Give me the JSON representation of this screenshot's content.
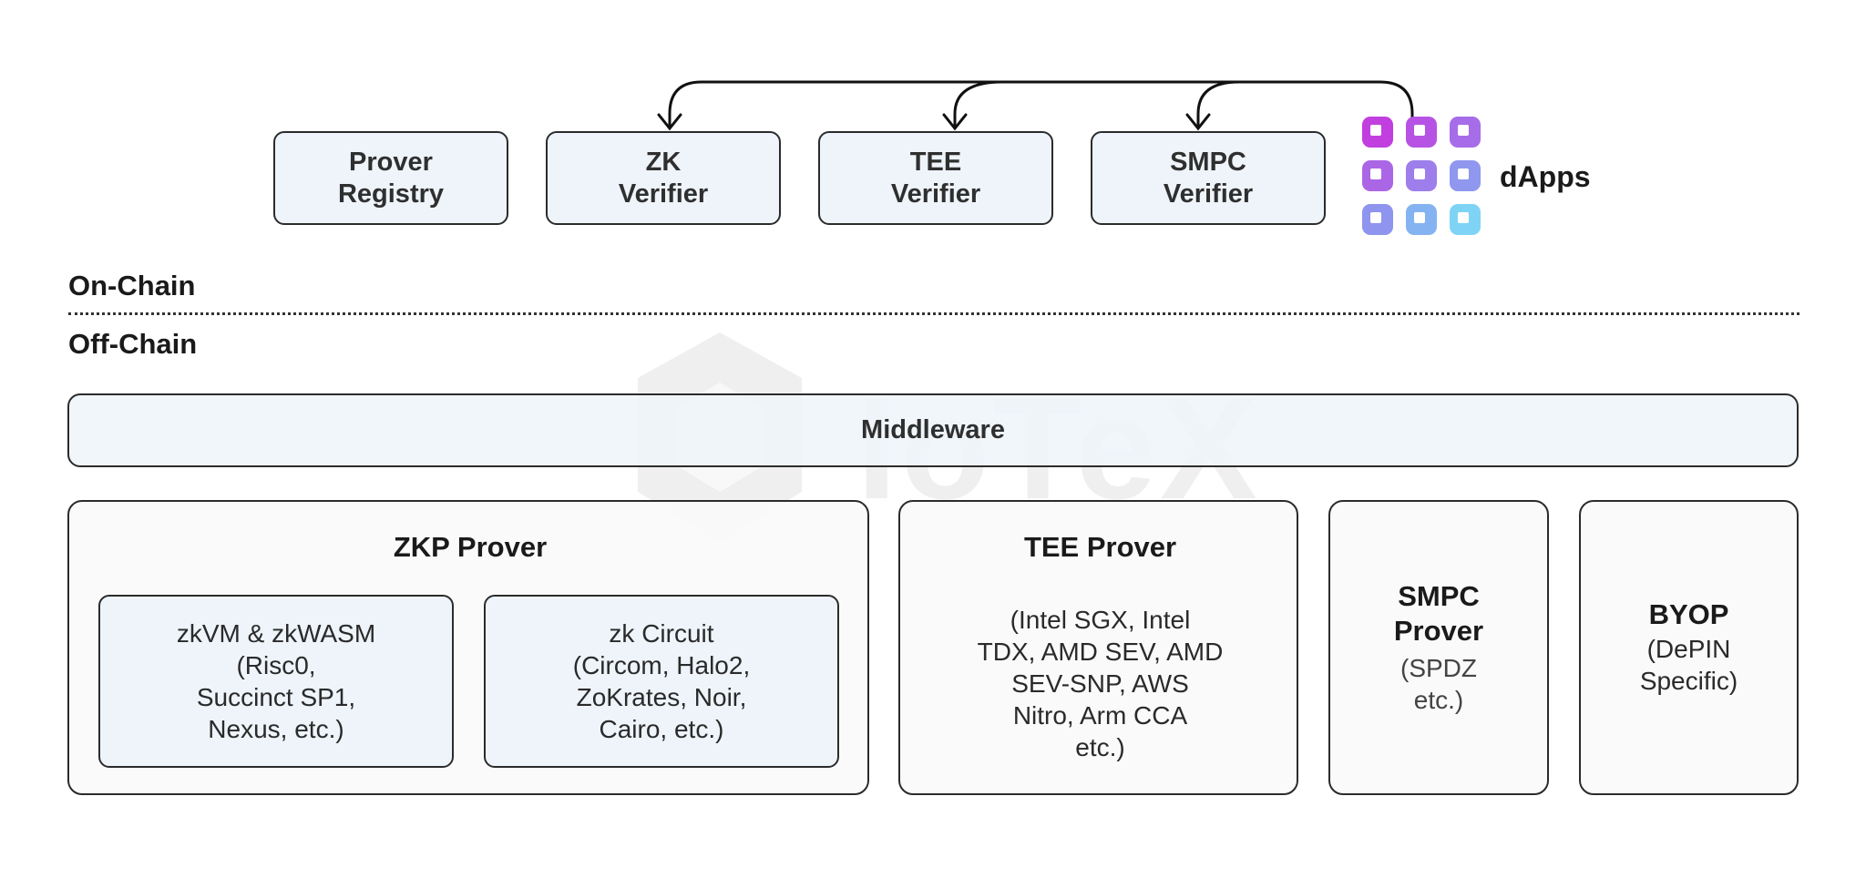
{
  "on_chain": {
    "label": "On-Chain",
    "contracts": [
      {
        "label": "Prover\nRegistry"
      },
      {
        "label": "ZK\nVerifier"
      },
      {
        "label": "TEE\nVerifier"
      },
      {
        "label": "SMPC\nVerifier"
      }
    ],
    "dapps": {
      "label": "dApps",
      "icon": "app-grid-icon"
    }
  },
  "off_chain": {
    "label": "Off-Chain",
    "middleware": {
      "label": "Middleware"
    },
    "provers": {
      "zkp": {
        "title": "ZKP Prover",
        "items": [
          {
            "label": "zkVM & zkWASM\n(Risc0,\nSuccinct SP1,\nNexus, etc.)"
          },
          {
            "label": "zk Circuit\n(Circom, Halo2,\nZoKrates, Noir,\nCairo, etc.)"
          }
        ]
      },
      "tee": {
        "title": "TEE Prover",
        "body": "(Intel SGX, Intel\nTDX, AMD SEV, AMD\nSEV-SNP, AWS\nNitro, Arm CCA\netc.)"
      },
      "smpc": {
        "title": "SMPC\nProver",
        "body": "(SPDZ\netc.)"
      },
      "byop": {
        "title": "BYOP",
        "body": "(DePIN\nSpecific)"
      }
    }
  },
  "watermark": {
    "text": "IoTeX"
  },
  "colors": {
    "box_fill": "#eef4fa",
    "panel_fill": "#fafafa",
    "dapps_gradient": [
      "#c23fe0",
      "#8f8ff0",
      "#7fd6f7"
    ]
  }
}
